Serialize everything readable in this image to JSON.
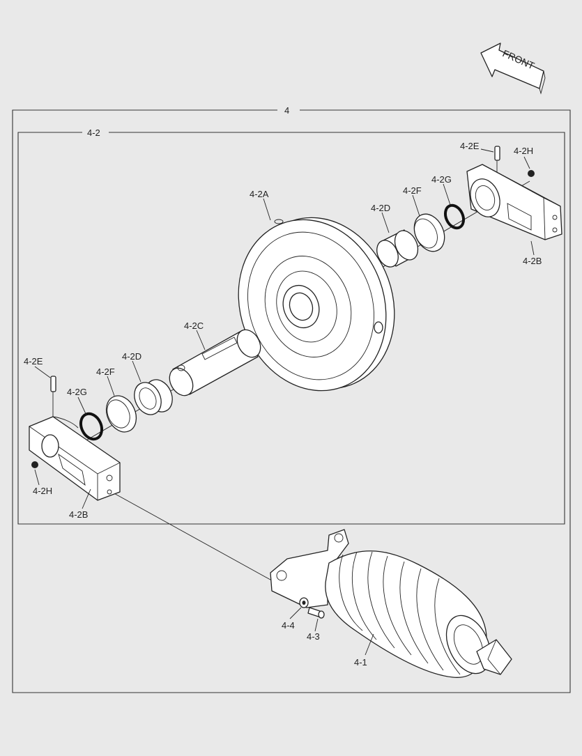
{
  "diagram": {
    "direction_label": "FRONT",
    "outer_group_label": "4",
    "inner_group_label": "4-2",
    "callouts": {
      "idler_wheel": "4-2A",
      "shaft": "4-2C",
      "bushing_right": "4-2D",
      "bushing_left": "4-2D",
      "seal_right": "4-2F",
      "seal_left": "4-2F",
      "oring_right": "4-2G",
      "oring_left": "4-2G",
      "pin_right": "4-2E",
      "pin_left": "4-2E",
      "plug_right": "4-2H",
      "plug_left": "4-2H",
      "bracket_right": "4-2B",
      "bracket_left": "4-2B",
      "washer": "4-4",
      "bolt": "4-3",
      "spring_assembly": "4-1"
    }
  }
}
